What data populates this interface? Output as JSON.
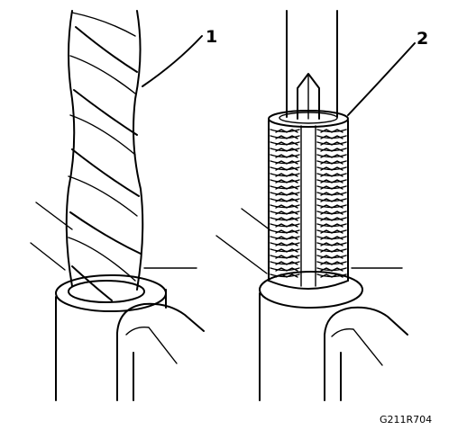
{
  "callouts": [
    {
      "number": "1",
      "part": "drill-bit"
    },
    {
      "number": "2",
      "part": "thread-insert-tool"
    }
  ],
  "figure_code": "G211R704",
  "colors": {
    "line": "#000000",
    "background": "#ffffff"
  }
}
